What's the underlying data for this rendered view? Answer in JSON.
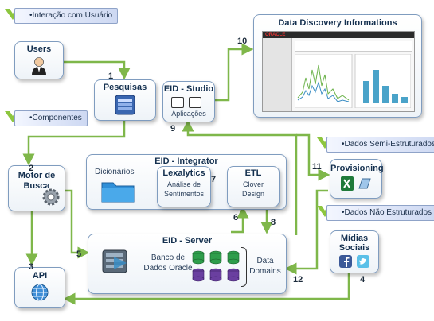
{
  "tags": {
    "interacao": "•Interação com Usuário",
    "componentes": "•Componentes",
    "semi": "•Dados Semi-Estruturados",
    "nao": "•Dados Não Estruturados"
  },
  "users": {
    "title": "Users"
  },
  "pesquisas": {
    "title": "Pesquisas"
  },
  "studio": {
    "title": "EID - Studio",
    "sub": "Aplicações"
  },
  "discovery": {
    "title": "Data Discovery Informations",
    "brand": "ORACLE"
  },
  "motor": {
    "title1": "Motor de",
    "title2": "Busca"
  },
  "integrator": {
    "title": "EID - Integrator",
    "dicionarios": "Dicionários",
    "lexalytics": "Lexalytics",
    "analise1": "Análise de",
    "analise2": "Sentimentos",
    "etl": "ETL",
    "clover1": "Clover",
    "clover2": "Design"
  },
  "provisioning": {
    "title": "Provisioning"
  },
  "server": {
    "title": "EID - Server",
    "banco1": "Banco de",
    "banco2": "Dados Oracle",
    "data1": "Data",
    "data2": "Domains"
  },
  "midias": {
    "title1": "Mídias",
    "title2": "Sociais"
  },
  "api": {
    "title": "API"
  },
  "numbers": [
    "1",
    "2",
    "3",
    "4",
    "5",
    "6",
    "7",
    "8",
    "9",
    "10",
    "11",
    "12"
  ],
  "colors": {
    "arrow": "#7fb74a",
    "border": "#7f9cbf",
    "chevron": "#8dc63f"
  }
}
